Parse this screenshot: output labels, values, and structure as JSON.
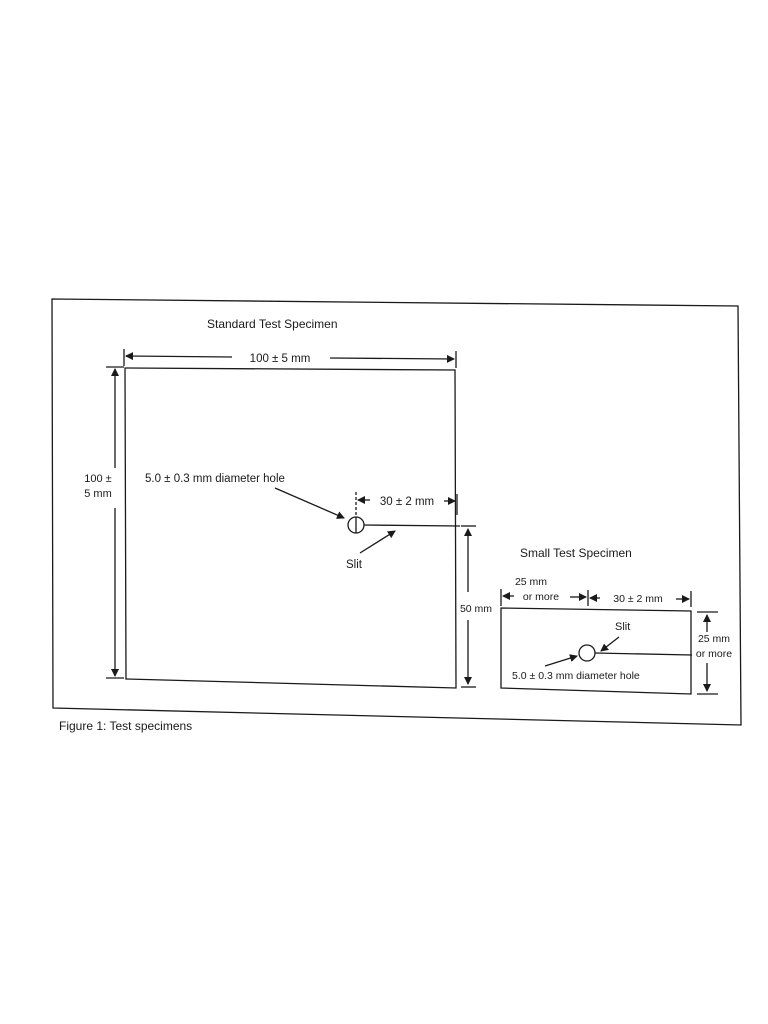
{
  "standard": {
    "title": "Standard Test Specimen",
    "width_label": "100 ± 5 mm",
    "height_label_line1": "100 ±",
    "height_label_line2": "5 mm",
    "hole_label": "5.0 ± 0.3 mm diameter hole",
    "slit_length_label": "30 ± 2 mm",
    "slit_label": "Slit",
    "half_height_label": "50 mm"
  },
  "small": {
    "title": "Small Test Specimen",
    "left_margin_line1": "25 mm",
    "left_margin_line2": "or more",
    "slit_length_label": "30 ± 2 mm",
    "slit_label": "Slit",
    "height_line1": "25 mm",
    "height_line2": "or more",
    "hole_label": "5.0 ± 0.3 mm diameter hole"
  },
  "caption": "Figure 1: Test specimens"
}
